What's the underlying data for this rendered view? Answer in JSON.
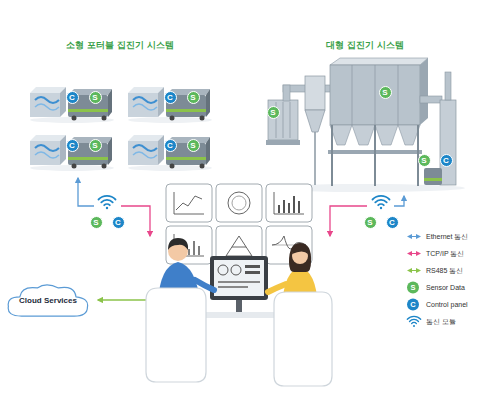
{
  "diagram": {
    "nodes": [
      {
        "text": [
          "소형 포터블 집진기 시스템"
        ]
      },
      {
        "text": [
          "C"
        ],
        "in": 0
      },
      {
        "text": [
          "S"
        ],
        "in": 0
      },
      {
        "text": [
          "C"
        ],
        "in": 0
      },
      {
        "text": [
          "S"
        ],
        "in": 0
      },
      {
        "text": [
          "C"
        ],
        "in": 0
      },
      {
        "text": [
          "S"
        ],
        "in": 0
      },
      {
        "text": [
          "C"
        ],
        "in": 0
      },
      {
        "text": [
          "S"
        ],
        "in": 0
      },
      {
        "text": [
          "대형 집진기 시스템"
        ]
      },
      {
        "text": [
          "S"
        ],
        "in": 9
      },
      {
        "text": [
          "S"
        ],
        "in": 9
      },
      {
        "text": [
          "S"
        ],
        "in": 9
      },
      {
        "text": [
          "C"
        ],
        "in": 9
      },
      {
        "text": [
          "S"
        ]
      },
      {
        "text": [
          "C"
        ]
      },
      {
        "text": [
          "S"
        ]
      },
      {
        "text": [
          "C"
        ]
      },
      {
        "text": [
          "Cloud Services"
        ]
      }
    ],
    "labels": [
      "S",
      "C"
    ],
    "legend": [
      {
        "text": "Ethernet 통신"
      },
      {
        "text": "TCP/IP 통신"
      },
      {
        "text": "RS485 통신"
      },
      {
        "text": "Sensor Data"
      },
      {
        "text": "Control panel"
      },
      {
        "text": "통신 모듈"
      }
    ]
  }
}
